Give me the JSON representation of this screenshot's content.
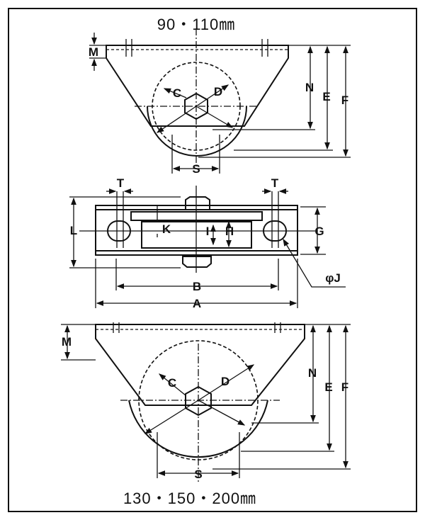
{
  "top_title": "90・110㎜",
  "bottom_title": "130・150・200㎜",
  "labels": {
    "M": "M",
    "N": "N",
    "E": "E",
    "F": "F",
    "C": "C",
    "D": "D",
    "S": "S",
    "T": "T",
    "L": "L",
    "K": "K",
    "I": "I",
    "H": "H",
    "G": "G",
    "B": "B",
    "A": "A",
    "J": "φJ"
  },
  "colors": {
    "line": "#111111",
    "background": "#ffffff"
  }
}
